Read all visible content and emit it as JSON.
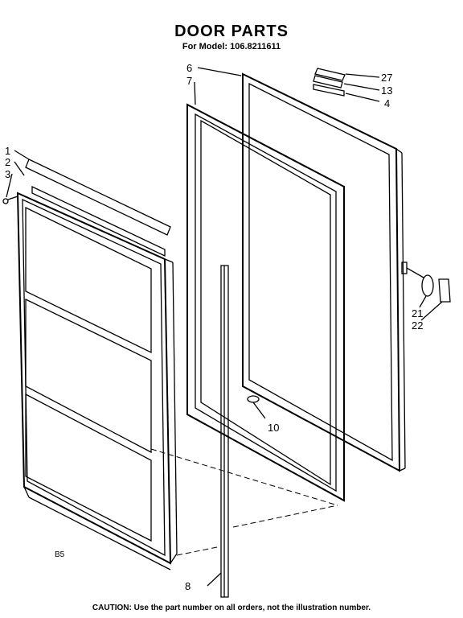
{
  "title": "DOOR PARTS",
  "subtitle": "For Model: 106.8211611",
  "caution": "CAUTION: Use the part number on all orders, not the illustration number.",
  "drawing_code": "B5",
  "callouts": [
    "1",
    "2",
    "3",
    "6",
    "7",
    "27",
    "13",
    "4",
    "21",
    "22",
    "10",
    "8"
  ]
}
